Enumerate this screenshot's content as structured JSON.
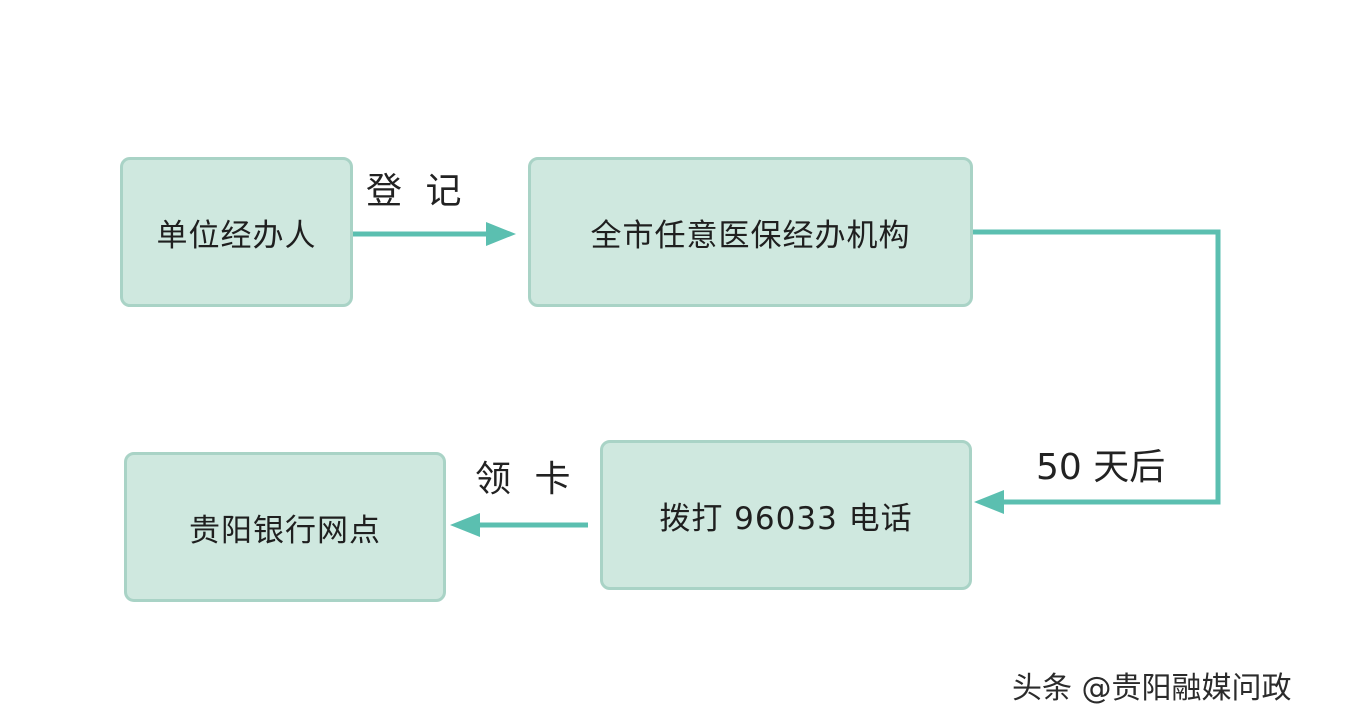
{
  "nodes": {
    "unit_handler": "单位经办人",
    "medical_agency": "全市任意医保经办机构",
    "dial_phone": "拨打 96033 电话",
    "bank_branch": "贵阳银行网点"
  },
  "edges": {
    "register": "登 记",
    "after_days": "50 天后",
    "collect_card": "领 卡"
  },
  "watermark": "头条 @贵阳融媒问政",
  "colors": {
    "box_fill": "#cfe8df",
    "box_border": "#a9d3c6",
    "arrow": "#5bbfb0"
  }
}
